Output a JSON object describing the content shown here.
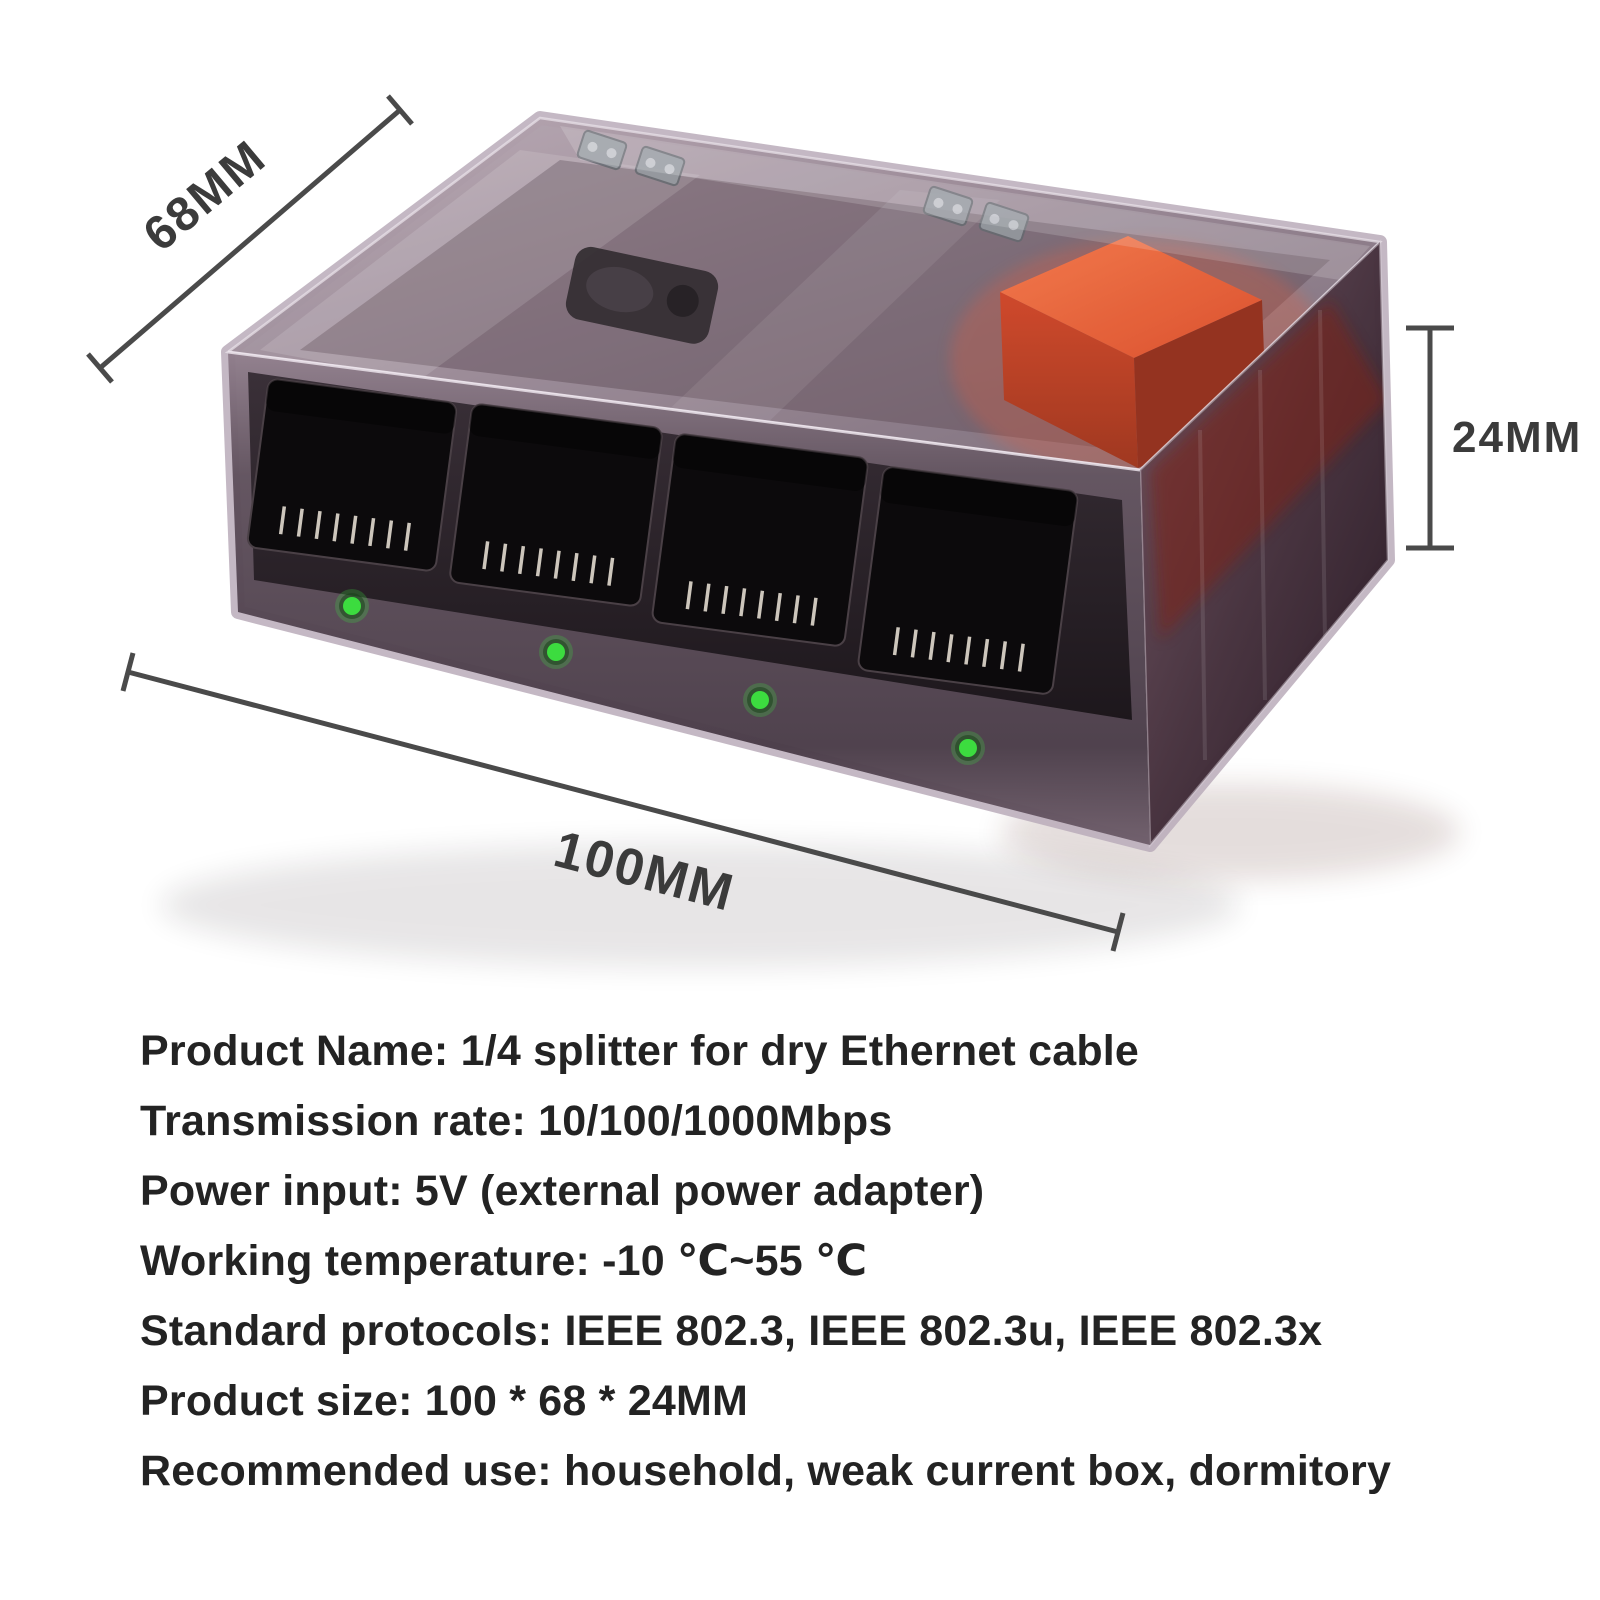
{
  "dimensions": {
    "depth_label": "68MM",
    "height_label": "24MM",
    "width_label": "100MM"
  },
  "device": {
    "port_count": 4,
    "led_color": "#3ddc3f",
    "transformer_color": "#cc3c1c",
    "shell_color": "#8a7886"
  },
  "specs": {
    "lines": [
      "Product Name: 1/4 splitter for dry Ethernet cable",
      "Transmission rate: 10/100/1000Mbps",
      "Power input: 5V (external power adapter)",
      "Working temperature: -10 ℃~55 ℃",
      "Standard protocols: IEEE 802.3, IEEE 802.3u, IEEE 802.3x",
      "Product size: 100 * 68 * 24MM",
      "Recommended use: household, weak current box, dormitory"
    ]
  }
}
